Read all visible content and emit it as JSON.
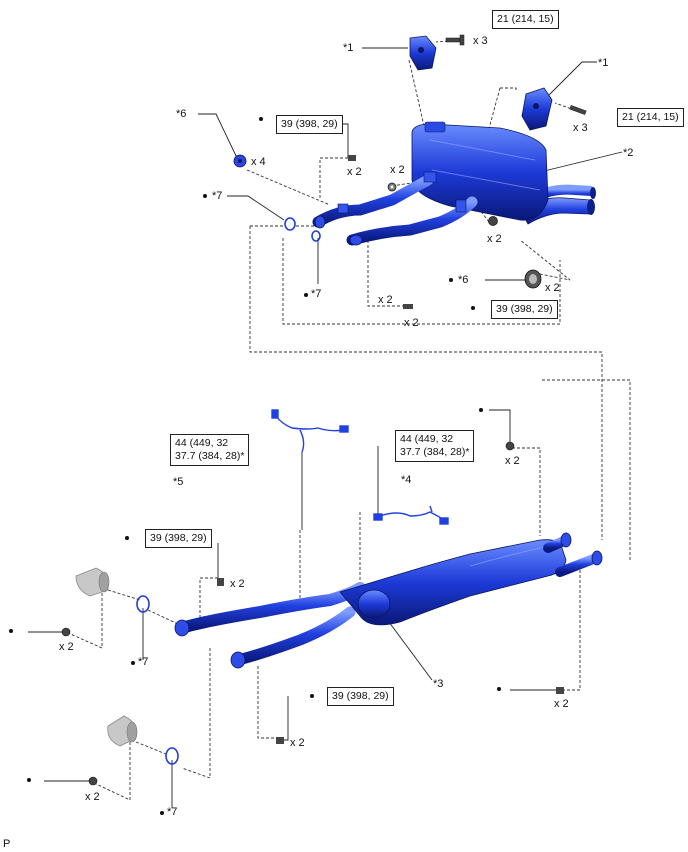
{
  "callouts": {
    "c1a": "*1",
    "c1b": "*1",
    "c2": "*2",
    "c3": "*3",
    "c4": "*4",
    "c5": "*5",
    "c6a": "*6",
    "c6b": "*6",
    "c7a": "*7",
    "c7b": "*7",
    "c7c": "*7",
    "c7d": "*7"
  },
  "quantities": {
    "q3a": "x 3",
    "q3b": "x 3",
    "q4": "x 4",
    "q2a": "x 2",
    "q2b": "x 2",
    "q2c": "x 2",
    "q2d": "x 2",
    "q2e": "x 2",
    "q2f": "x 2",
    "q2g": "x 2",
    "q2h": "x 2",
    "q2i": "x 2",
    "q2j": "x 2",
    "q2k": "x 2",
    "q2l": "x 2"
  },
  "torques": {
    "t21a": "21 (214, 15)",
    "t21b": "21 (214, 15)",
    "t39a": "39 (398, 29)",
    "t39b": "39 (398, 29)",
    "t39c": "39 (398, 29)",
    "t39d": "39 (398, 29)",
    "t44a_1": "44 (449, 32",
    "t44a_2": "37.7 (384, 28)*",
    "t44b_1": "44 (449, 32",
    "t44b_2": "37.7 (384, 28)*"
  },
  "footer": "P",
  "colors": {
    "part": "#1e3fd6",
    "part_dark": "#0d1f8a",
    "part_light": "#5f86ff",
    "line": "#333333"
  }
}
